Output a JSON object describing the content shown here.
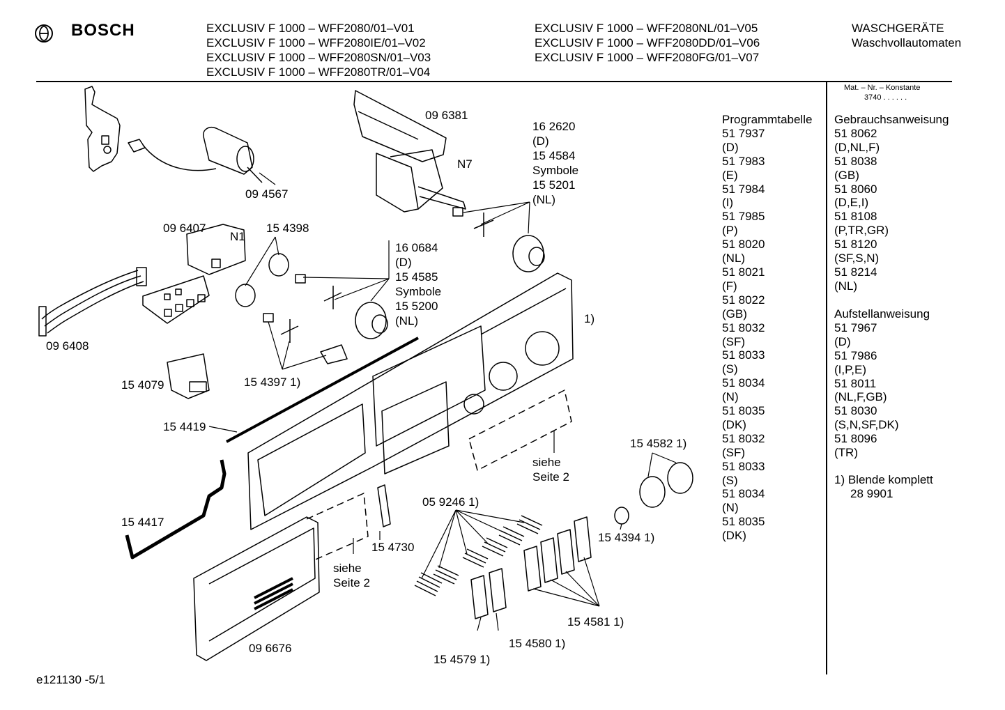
{
  "header": {
    "brand": "BOSCH",
    "models_col1": [
      "EXCLUSIV F 1000 – WFF2080/01–V01",
      "EXCLUSIV F 1000 – WFF2080IE/01–V02",
      "EXCLUSIV F 1000 – WFF2080SN/01–V03",
      "EXCLUSIV F 1000 – WFF2080TR/01–V04"
    ],
    "models_col2": [
      "EXCLUSIV F 1000 – WFF2080NL/01–V05",
      "EXCLUSIV F 1000 – WFF2080DD/01–V06",
      "EXCLUSIV F 1000 – WFF2080FG/01–V07"
    ],
    "category_1": "WASCHGERÄTE",
    "category_2": "Waschvollautomaten"
  },
  "matnr": {
    "label": "Mat. – Nr. – Konstante",
    "value": "3740 . . . . . ."
  },
  "programmtabelle": {
    "title": "Programmtabelle",
    "entries": [
      "51 7937",
      "(D)",
      "51 7983",
      "(E)",
      "51 7984",
      "(I)",
      "51 7985",
      "(P)",
      "51 8020",
      "(NL)",
      "51 8021",
      "(F)",
      "51 8022",
      "(GB)",
      "51 8032",
      "(SF)",
      "51 8033",
      "(S)",
      "51 8034",
      "(N)",
      "51 8035",
      "(DK)",
      "51 8032",
      "(SF)",
      "51 8033",
      "(S)",
      "51 8034",
      "(N)",
      "51 8035",
      "(DK)"
    ]
  },
  "gebrauchsanweisung": {
    "title": "Gebrauchsanweisung",
    "entries": [
      "51 8062",
      "(D,NL,F)",
      "51 8038",
      "(GB)",
      "51 8060",
      "(D,E,I)",
      "51 8108",
      "(P,TR,GR)",
      "51 8120",
      "(SF,S,N)",
      "51 8214",
      "(NL)"
    ]
  },
  "aufstellanweisung": {
    "title": "Aufstellanweisung",
    "entries": [
      "51 7967",
      "(D)",
      "51 7986",
      "(I,P,E)",
      "51 8011",
      "(NL,F,GB)",
      "51 8030",
      "(S,N,SF,DK)",
      "51 8096",
      "(TR)"
    ]
  },
  "note": {
    "line1": "1) Blende komplett",
    "line2": "28 9901"
  },
  "parts": {
    "p_096381": "09 6381",
    "p_n7": "N7",
    "p_162620": "16 2620",
    "p_162620_d": "(D)",
    "p_154584": "15 4584",
    "p_symbole_1": "Symbole",
    "p_155201": "15 5201",
    "p_155201_nl": "(NL)",
    "p_094567": "09 4567",
    "p_096407": "09 6407",
    "p_n1": "N1",
    "p_154398": "15 4398",
    "p_160684": "16 0684",
    "p_160684_d": "(D)",
    "p_154585": "15 4585",
    "p_symbole_2": "Symbole",
    "p_155200": "15 5200",
    "p_155200_nl": "(NL)",
    "p_096408": "09 6408",
    "p_154079": "15 4079",
    "p_154397": "15 4397 1)",
    "p_footnote_1": "1)",
    "p_154419": "15 4419",
    "p_siehe_a": "siehe",
    "p_seite_a": "Seite 2",
    "p_154582": "15 4582 1)",
    "p_154417": "15 4417",
    "p_059246": "05 9246 1)",
    "p_154730": "15 4730",
    "p_154394": "15 4394 1)",
    "p_siehe_b": "siehe",
    "p_seite_b": "Seite 2",
    "p_154581": "15 4581 1)",
    "p_096676": "09 6676",
    "p_154580": "15 4580 1)",
    "p_154579": "15 4579 1)"
  },
  "footer": {
    "code": "e121130 -5/1"
  }
}
